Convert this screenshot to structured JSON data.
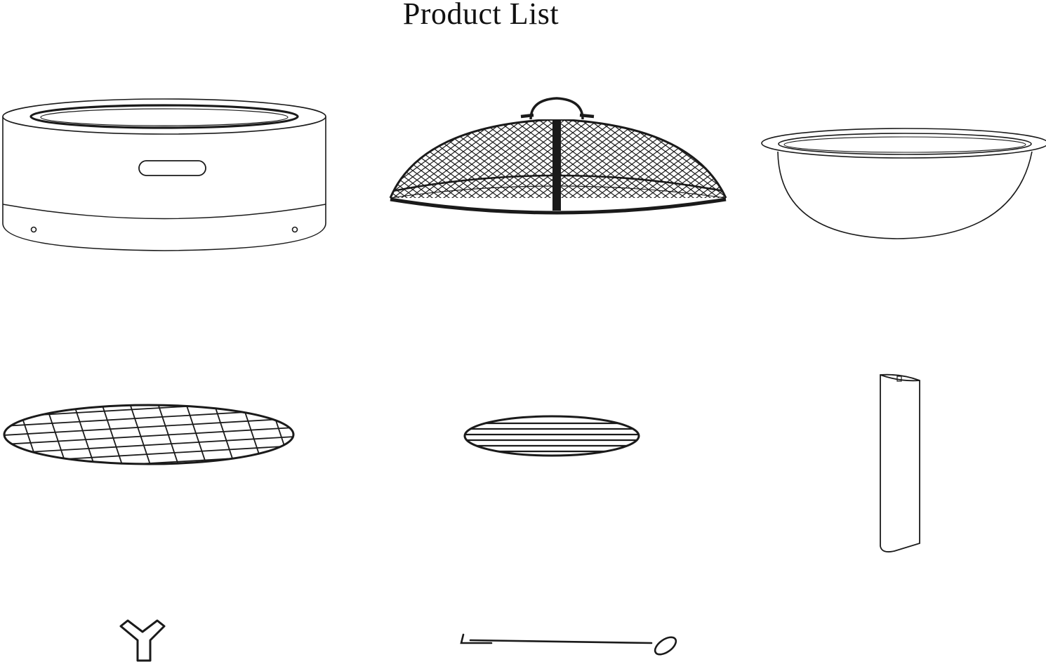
{
  "title": "Product List",
  "colors": {
    "ink": "#1a1a1a",
    "background": "#ffffff"
  },
  "parts": [
    {
      "name": "fire-bowl-ring-body"
    },
    {
      "name": "mesh-spark-screen"
    },
    {
      "name": "fire-bowl"
    },
    {
      "name": "large-cooking-grate"
    },
    {
      "name": "small-log-grate"
    },
    {
      "name": "leg-tube"
    },
    {
      "name": "wing-nut"
    },
    {
      "name": "poker-tool"
    }
  ]
}
